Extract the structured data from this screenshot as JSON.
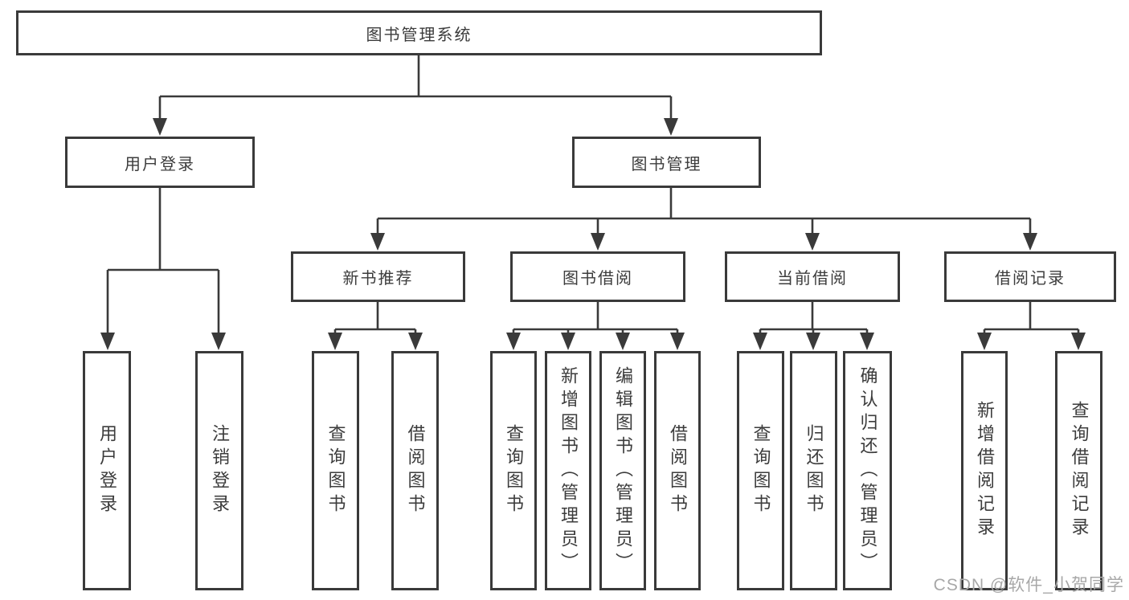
{
  "diagram": {
    "title": "图书管理系统",
    "nodes": {
      "root": "图书管理系统",
      "user_login": "用户登录",
      "book_management": "图书管理",
      "new_book_recommend": "新书推荐",
      "book_borrowing": "图书借阅",
      "current_borrowing": "当前借阅",
      "borrowing_records": "借阅记录",
      "leaves": {
        "user_login": [
          "用户登录",
          "注销登录"
        ],
        "new_book_recommend": [
          "查询图书",
          "借阅图书"
        ],
        "book_borrowing": [
          "查询图书",
          "新增图书（管理员）",
          "编辑图书（管理员）",
          "借阅图书"
        ],
        "current_borrowing": [
          "查询图书",
          "归还图书",
          "确认归还（管理员）"
        ],
        "borrowing_records": [
          "新增借阅记录",
          "查询借阅记录"
        ]
      }
    }
  },
  "watermark": "CSDN @软件_小贺同学",
  "colors": {
    "line": "#3a3a3a",
    "text": "#3c3c3c",
    "watermark": "#a8a8a8",
    "background": "#ffffff"
  }
}
